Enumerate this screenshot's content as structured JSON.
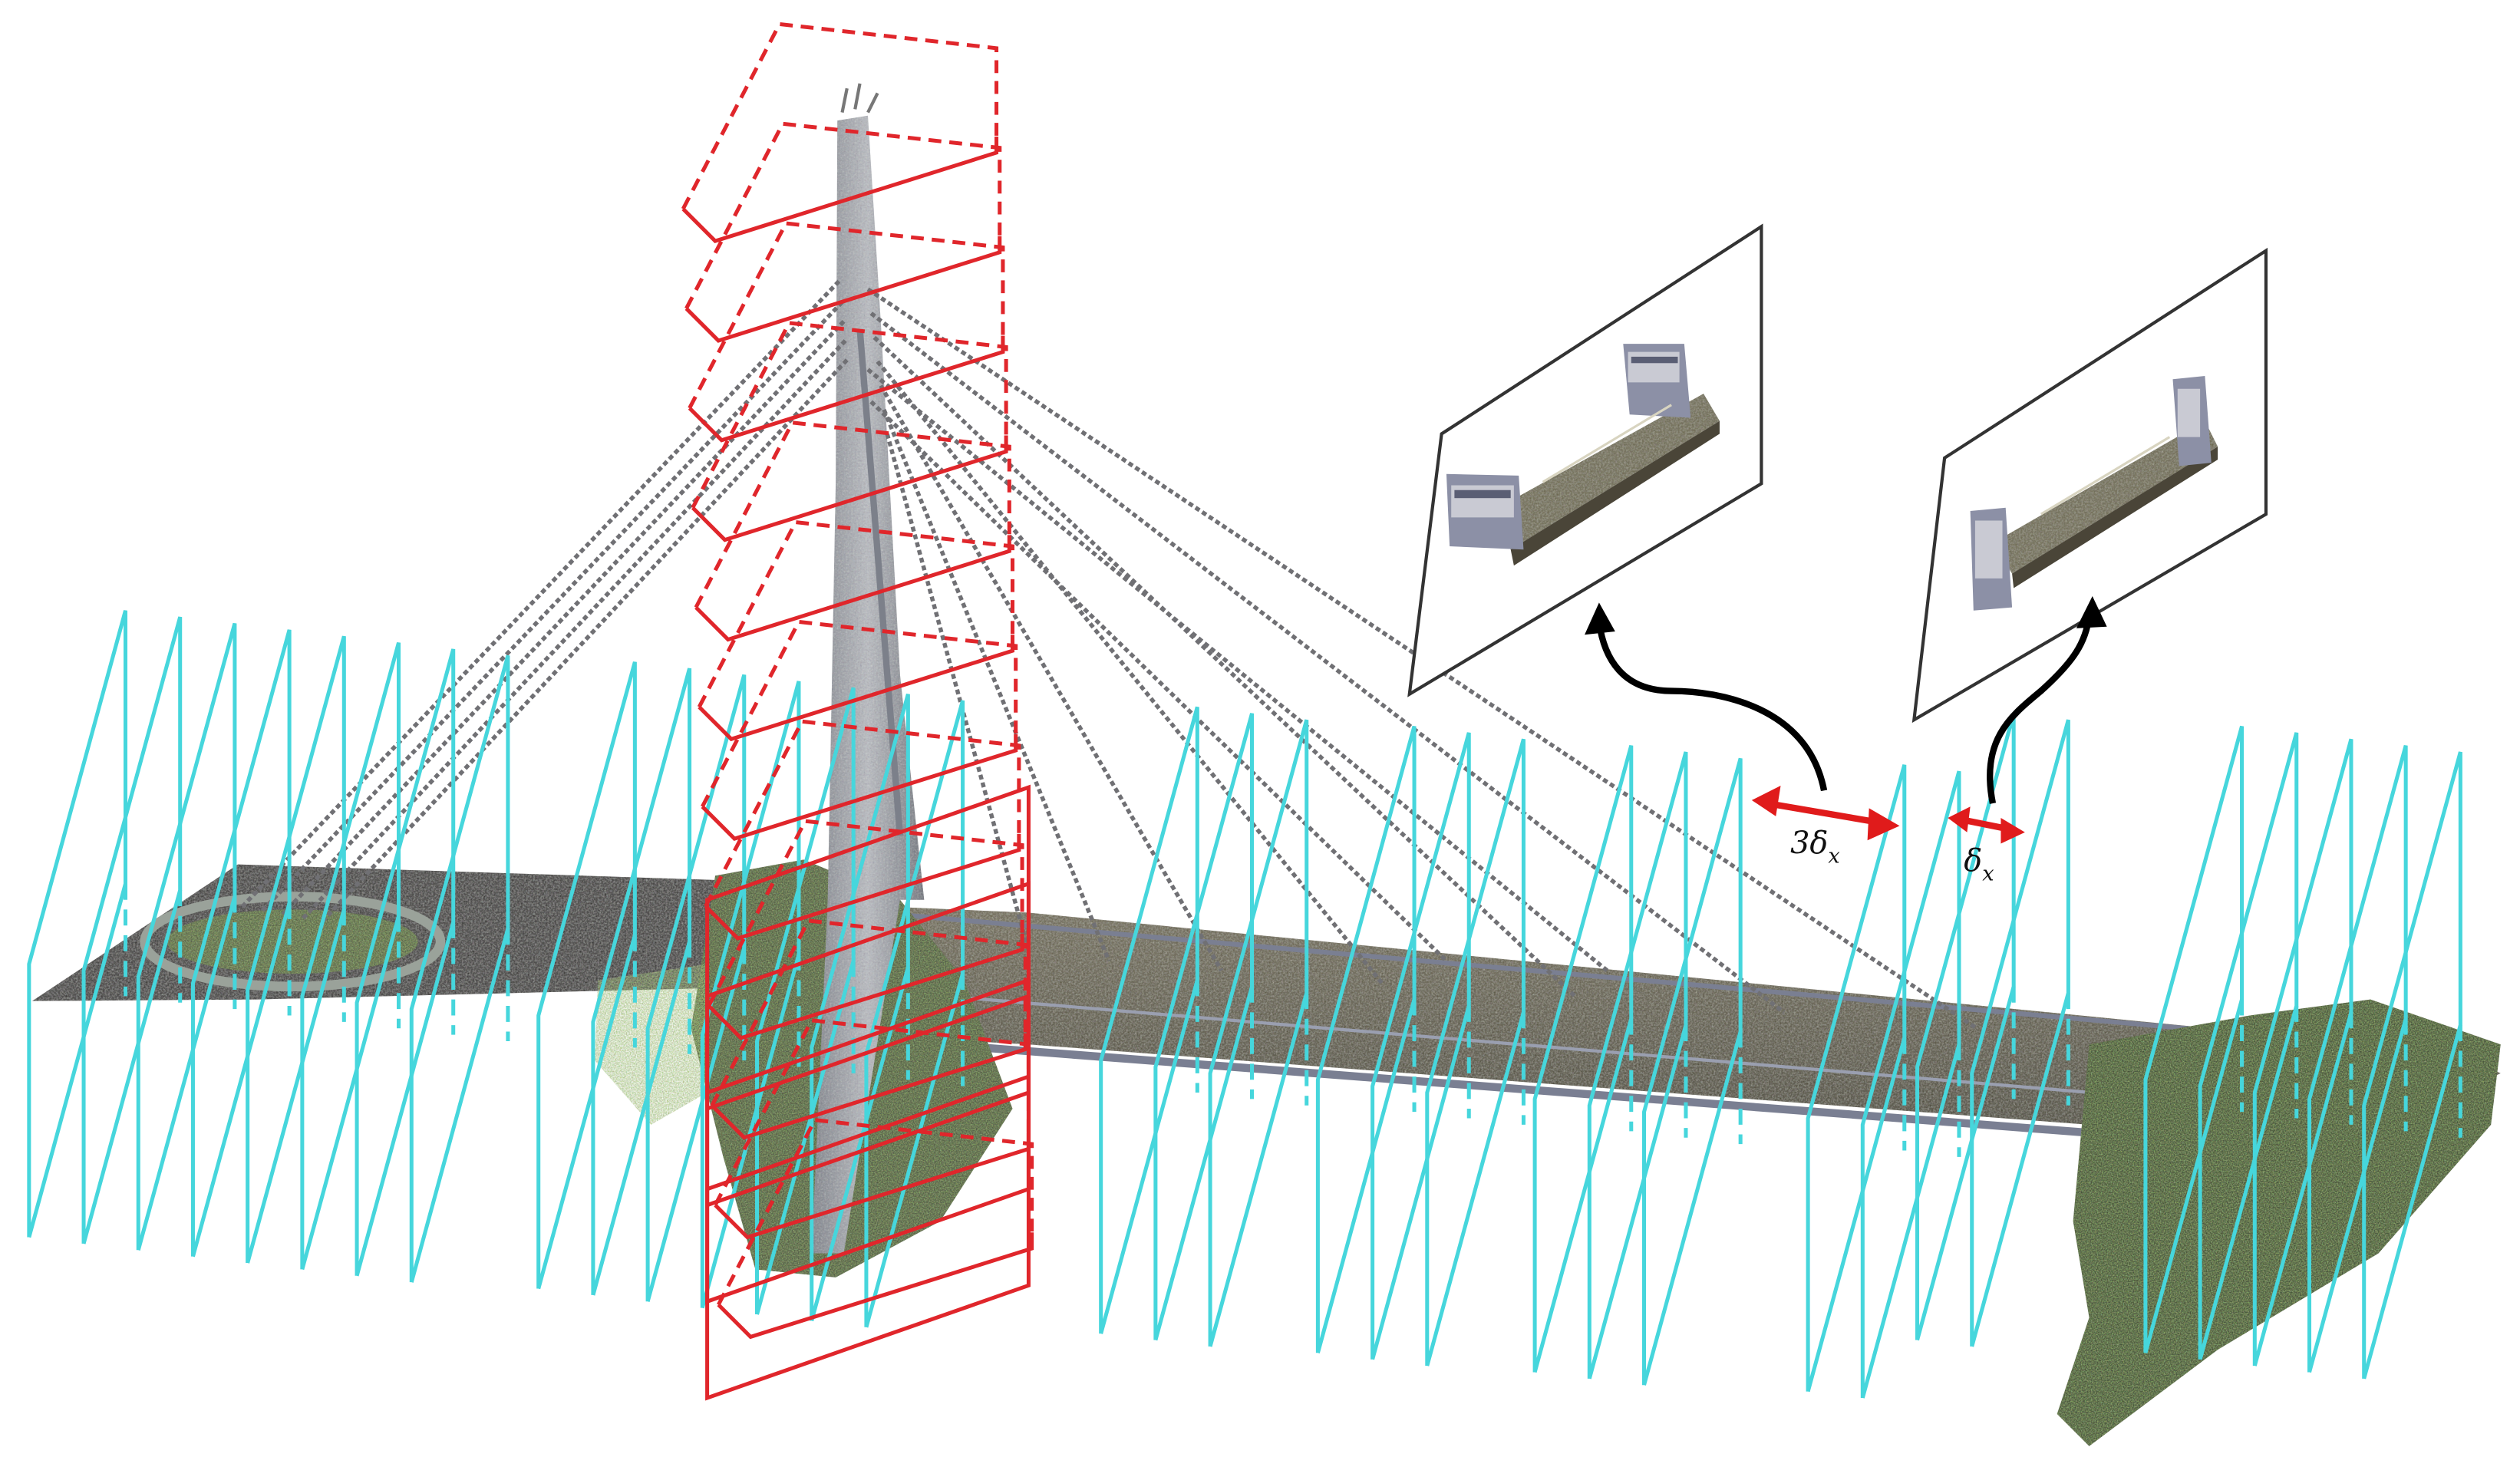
{
  "figure": {
    "colors": {
      "horizontal_slice": "#46d6dc",
      "vertical_slice": "#e0262b",
      "interval_arrow": "#e01b1b",
      "curved_arrow": "#000000",
      "cable": "#6a6a6a",
      "point_cloud": "#55555d",
      "inset_frame": "#333333"
    },
    "icons": [
      "bridge-point-cloud",
      "cross-section-inset"
    ],
    "labels": {
      "coarse_interval": "3δ",
      "coarse_interval_subscript": "x",
      "fine_interval": "δ",
      "fine_interval_subscript": "x"
    }
  }
}
